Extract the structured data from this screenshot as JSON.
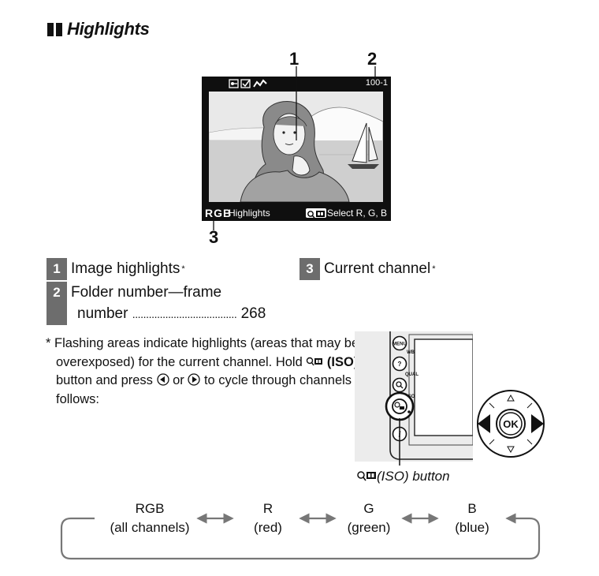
{
  "section": {
    "title": "Highlights"
  },
  "callouts": {
    "c1": "1",
    "c2": "2",
    "c3": "3"
  },
  "screen": {
    "frame": "100-1",
    "channel": "RGB",
    "mode": "Highlights",
    "hint": "Select R, G, B",
    "hint_icon": "playback-zoom-out-icon"
  },
  "legend": [
    {
      "num": "1",
      "text": "Image highlights",
      "asterisk": "*"
    },
    {
      "num": "2",
      "line1": "Folder number—frame",
      "line2": "number",
      "dots": "......................................",
      "page": "268"
    },
    {
      "num": "3",
      "text": "Current channel",
      "asterisk": "*"
    }
  ],
  "footnote": {
    "line1": "* Flashing areas indicate highlights (areas that may be",
    "line2_a": "overexposed) for the current channel.  Hold ",
    "line2_icon": "playback-zoom-out-icon",
    "line2_b": " (ISO)",
    "line3_a": "button and press ",
    "line3_icon1": "multi-selector-left-icon",
    "line3_mid": " or ",
    "line3_icon2": "multi-selector-right-icon",
    "line3_b": " to cycle through channels as",
    "line4": "follows:"
  },
  "camera": {
    "buttons": [
      "MENU",
      "WB",
      "QUAL",
      "ISO",
      "i"
    ],
    "ok_label": "OK",
    "caption_icon": "playback-zoom-out-icon",
    "caption": "(ISO) button"
  },
  "cycle": [
    {
      "label": "RGB",
      "sub": "(all channels)"
    },
    {
      "label": "R",
      "sub": "(red)"
    },
    {
      "label": "G",
      "sub": "(green)"
    },
    {
      "label": "B",
      "sub": "(blue)"
    }
  ]
}
